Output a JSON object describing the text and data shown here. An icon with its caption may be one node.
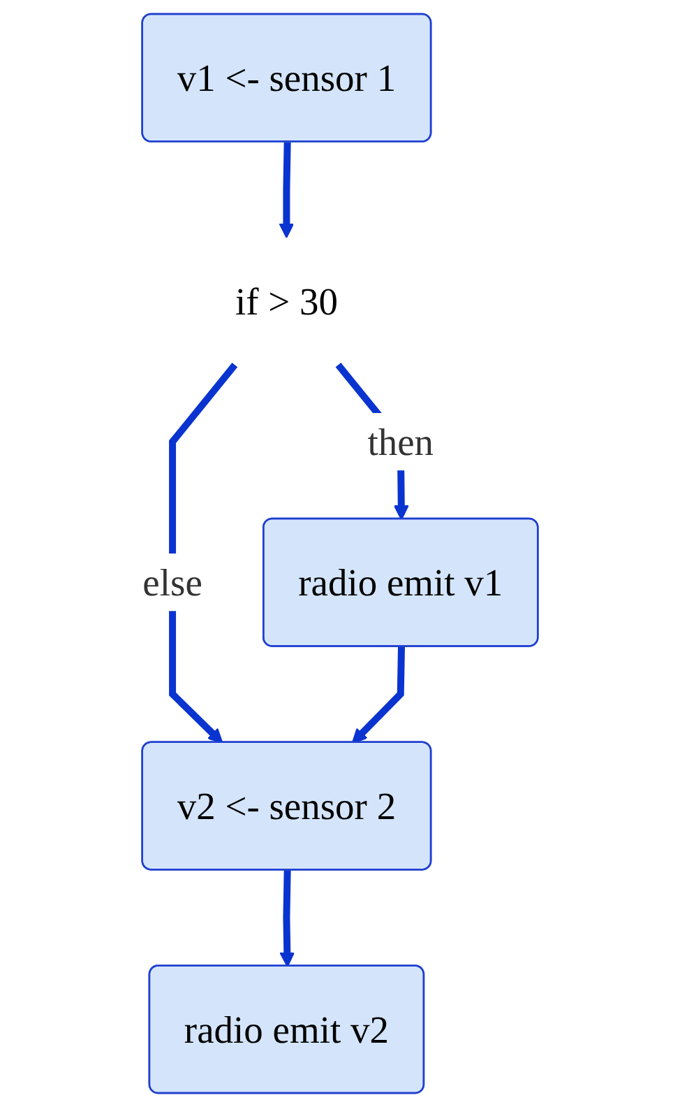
{
  "diagram": {
    "nodes": [
      {
        "text": [
          "v1 <- sensor 1"
        ]
      },
      {
        "text": [
          "if > 30"
        ]
      },
      {
        "text": [
          "radio emit v1"
        ]
      },
      {
        "text": [
          "v2 <- sensor 2"
        ]
      },
      {
        "text": [
          "radio emit v2"
        ]
      }
    ],
    "edges": [
      {
        "from": 0,
        "to": 1,
        "arrow": "to"
      },
      {
        "from": 1,
        "to": 2,
        "arrow": "to",
        "label": "then"
      },
      {
        "from": 1,
        "to": 3,
        "arrow": "to",
        "label": "else"
      },
      {
        "from": 2,
        "to": 3,
        "arrow": "to"
      },
      {
        "from": 3,
        "to": 4,
        "arrow": "to"
      }
    ]
  }
}
